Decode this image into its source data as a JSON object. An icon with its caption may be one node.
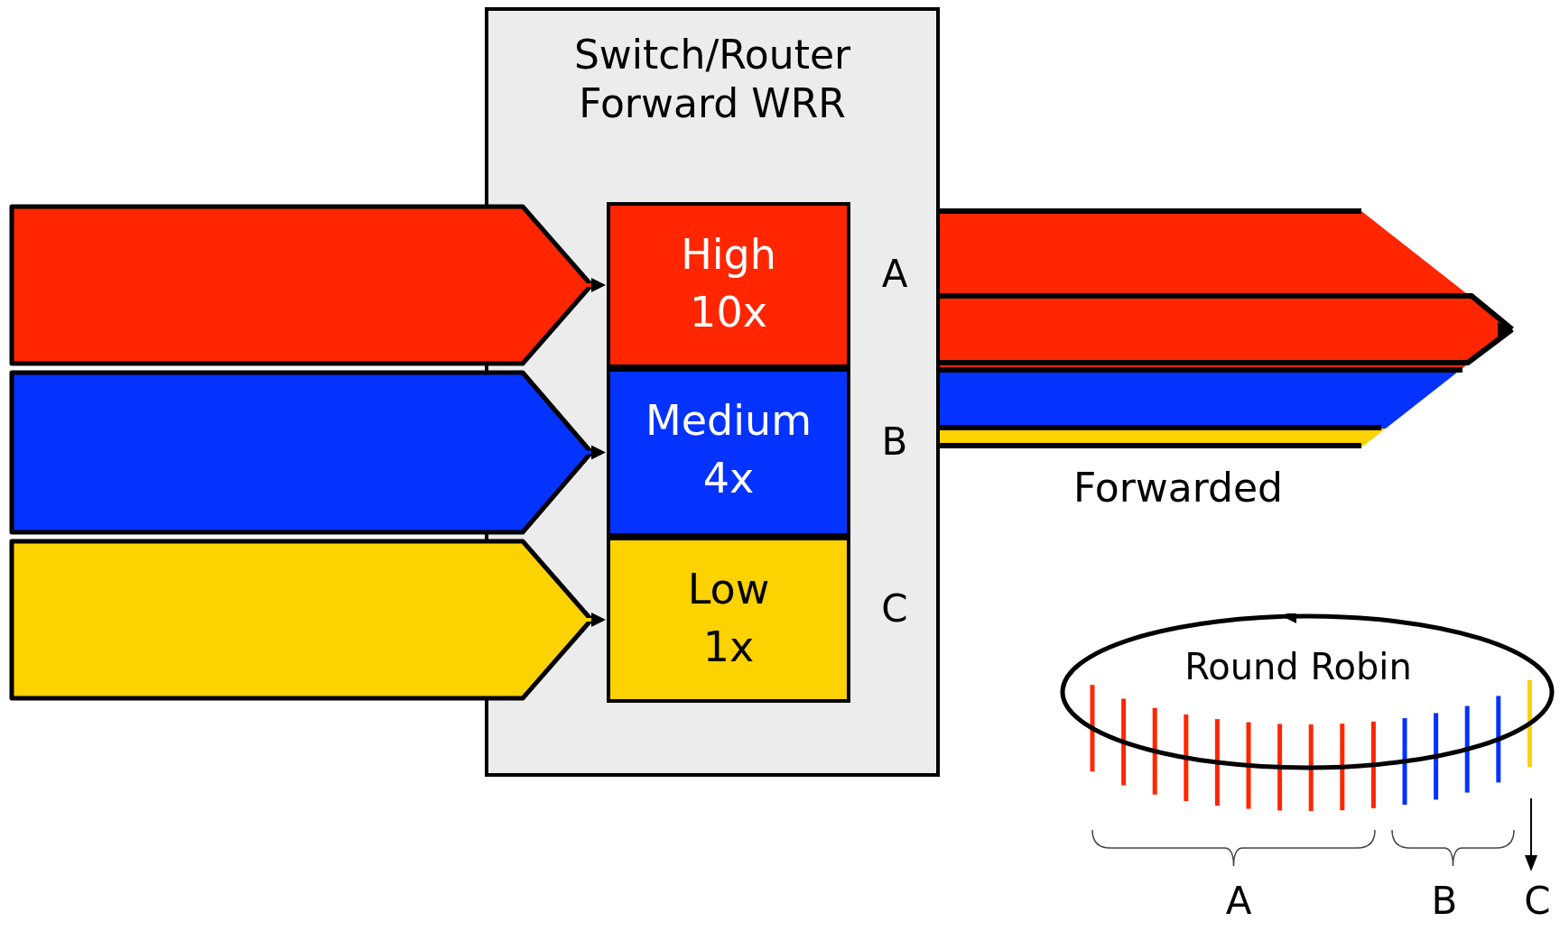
{
  "diagram": {
    "nodes": [
      {
        "text": [
          "Switch/Router Forward WRR"
        ]
      },
      {
        "text": [
          "High",
          "10x"
        ],
        "in": 0,
        "beside": [
          "A"
        ]
      },
      {
        "text": [
          "Medium",
          "4x"
        ],
        "in": 0,
        "beside": [
          "B"
        ]
      },
      {
        "text": [
          "Low",
          "1x"
        ],
        "in": 0,
        "beside": [
          "C"
        ]
      },
      {
        "text": [
          "Round Robin"
        ]
      }
    ],
    "edges": [
      {
        "from": null,
        "to": 1,
        "arrow": "to",
        "color": "#ff2600"
      },
      {
        "from": null,
        "to": 2,
        "arrow": "to",
        "color": "#0433ff"
      },
      {
        "from": null,
        "to": 3,
        "arrow": "to",
        "color": "#fcd200"
      },
      {
        "from": 0,
        "to": null,
        "arrow": "to",
        "label": "Forwarded",
        "color": "#000000"
      }
    ],
    "labels": [
      "A",
      "B",
      "C"
    ]
  }
}
